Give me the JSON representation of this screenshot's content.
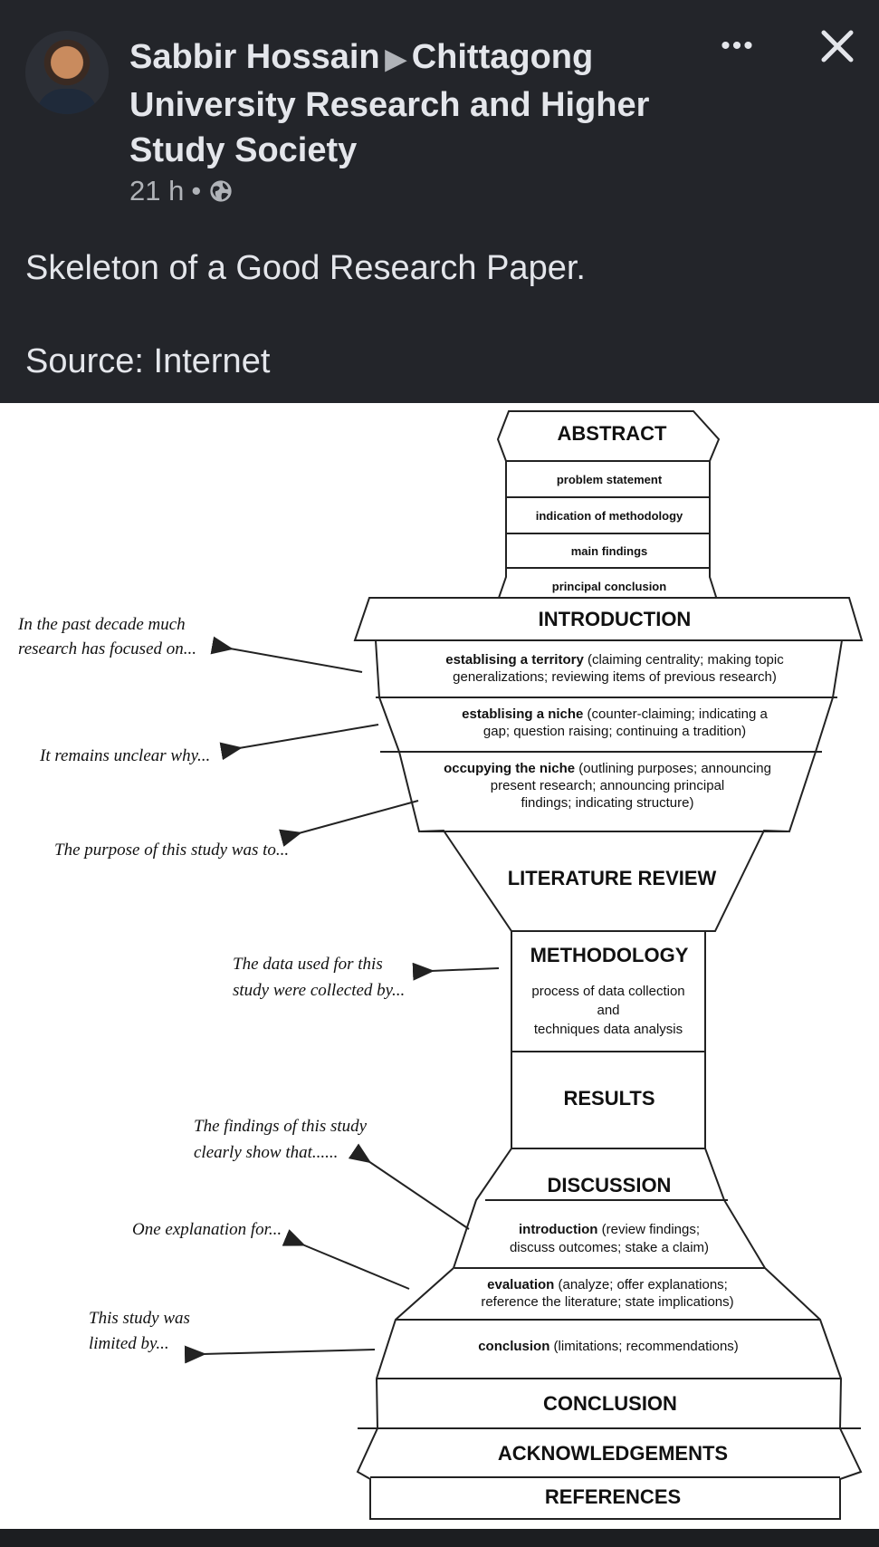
{
  "post": {
    "author": "Sabbir Hossain",
    "group": "Chittagong University Research and Higher Study Society",
    "time": "21 h",
    "text": "Skeleton of a Good Research Paper.",
    "source": "Source: Internet",
    "more_label": "•••",
    "icons": {
      "globe": "globe-icon",
      "close": "close-icon",
      "more": "more-icon"
    },
    "colors": {
      "background": "#23252a",
      "text": "#e4e6eb",
      "muted": "#b0b3b8"
    }
  },
  "diagram": {
    "abstract": {
      "title": "ABSTRACT",
      "items": [
        "problem statement",
        "indication of methodology",
        "main findings",
        "principal conclusion"
      ]
    },
    "introduction": {
      "title": "INTRODUCTION",
      "items": [
        {
          "bold": "establising a territory",
          "rest1": " (claiming centrality; making topic",
          "line2": "generalizations; reviewing items of previous research)"
        },
        {
          "bold": "establising a niche",
          "rest1": " (counter-claiming; indicating a",
          "line2": "gap; question raising; continuing a tradition)"
        },
        {
          "bold": "occupying the niche",
          "rest1": " (outlining purposes; announcing",
          "line2": "present research; announcing principal",
          "line3": "findings; indicating structure)"
        }
      ]
    },
    "literature_review": "LITERATURE REVIEW",
    "methodology": {
      "title": "METHODOLOGY",
      "lines": [
        "process of data collection",
        "and",
        "techniques data analysis"
      ]
    },
    "results": "RESULTS",
    "discussion": {
      "title": "DISCUSSION",
      "items": [
        {
          "bold": "introduction",
          "rest1": " (review findings;",
          "line2": "discuss outcomes; stake a claim)"
        },
        {
          "bold": "evaluation",
          "rest1": " (analyze; offer explanations;",
          "line2": "reference the literature; state implications)"
        },
        {
          "bold": "conclusion",
          "rest1": " (limitations; recommendations)"
        }
      ]
    },
    "conclusion": "CONCLUSION",
    "acknowledgements": "ACKNOWLEDGEMENTS",
    "references": "REFERENCES",
    "annotations": [
      {
        "lines": [
          "In the past decade much",
          "research has focused on..."
        ]
      },
      {
        "lines": [
          "It remains unclear why..."
        ]
      },
      {
        "lines": [
          "The purpose of this study was to..."
        ]
      },
      {
        "lines": [
          "The data used for this",
          "study were collected by..."
        ]
      },
      {
        "lines": [
          "The findings of this study",
          "clearly show that......"
        ]
      },
      {
        "lines": [
          "One explanation for..."
        ]
      },
      {
        "lines": [
          "This study was",
          "limited by..."
        ]
      }
    ]
  }
}
